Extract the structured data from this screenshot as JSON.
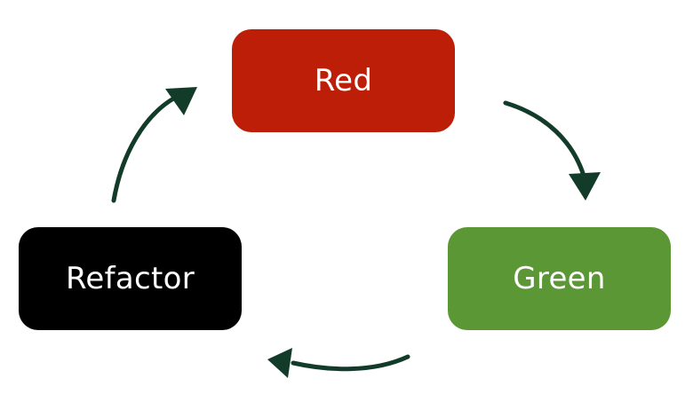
{
  "diagram": {
    "type": "cycle",
    "nodes": [
      {
        "id": "red",
        "label": "Red",
        "color": "#bd1e08"
      },
      {
        "id": "green",
        "label": "Green",
        "color": "#5b9835"
      },
      {
        "id": "refactor",
        "label": "Refactor",
        "color": "#000000"
      }
    ],
    "edges": [
      {
        "from": "red",
        "to": "green"
      },
      {
        "from": "green",
        "to": "refactor"
      },
      {
        "from": "refactor",
        "to": "red"
      }
    ],
    "arrow_color": "#133b2a"
  }
}
